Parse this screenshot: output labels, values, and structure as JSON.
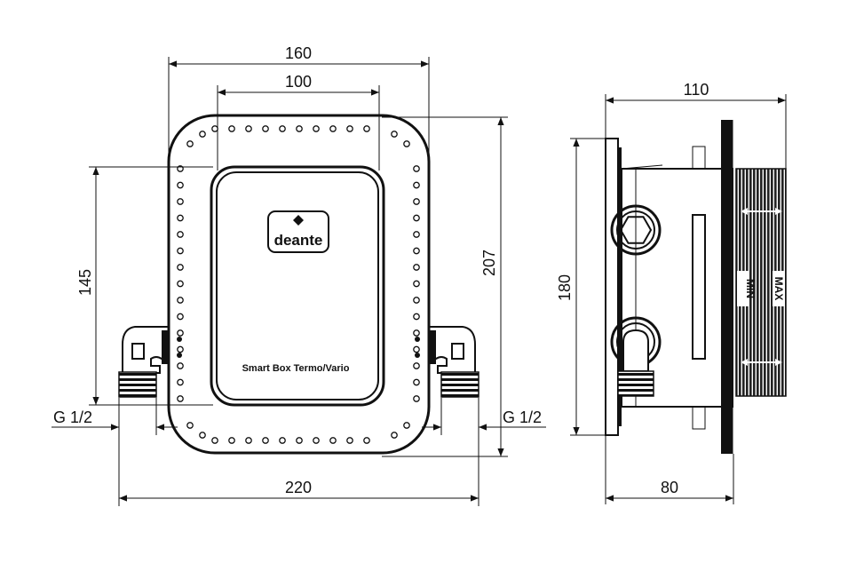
{
  "dimensions": {
    "width_total": "220",
    "width_outer": "160",
    "width_inner": "100",
    "height_front": "207",
    "height_inner": "145",
    "thread_left": "G 1/2",
    "thread_right": "G 1/2",
    "side_depth_total": "110",
    "side_depth_body": "80",
    "side_height": "180"
  },
  "labels": {
    "brand": "deante",
    "product": "Smart Box Termo/Vario",
    "scale_min": "MIN",
    "scale_max": "MAX"
  },
  "colors": {
    "line": "#111111",
    "background": "#ffffff"
  }
}
